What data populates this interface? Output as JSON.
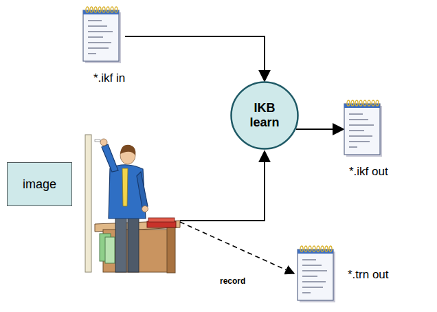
{
  "diagram": {
    "nodes": [
      {
        "text": [
          "*.ikf in"
        ]
      },
      {
        "text": [
          "IKB learn"
        ]
      },
      {
        "text": [
          "*.ikf out"
        ]
      },
      {
        "text": [
          "image"
        ]
      },
      {
        "text": [
          "*.trn out"
        ]
      }
    ],
    "edges": [
      {
        "from": 0,
        "to": 1,
        "arrow": "to"
      },
      {
        "from": 1,
        "to": 2,
        "arrow": "to"
      }
    ],
    "labels": [
      "record"
    ]
  }
}
